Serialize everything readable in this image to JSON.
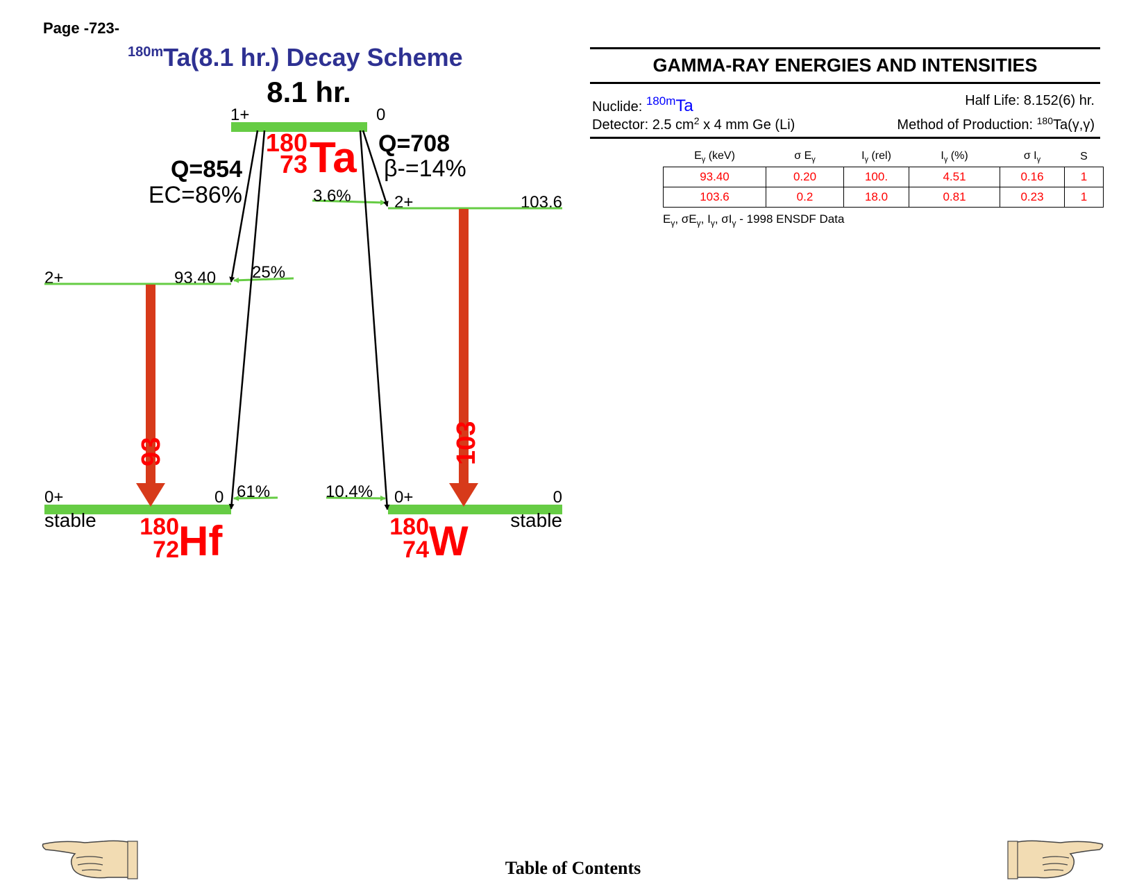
{
  "page": {
    "number": "Page -723-"
  },
  "scheme": {
    "title_sup": "180m",
    "title_main": "Ta(8.1 hr.) Decay Scheme",
    "parent": {
      "half_life": "8.1 hr.",
      "spin": "1+",
      "energy": "0",
      "mass": "180",
      "z": "73",
      "symbol": "Ta"
    },
    "ec_branch": {
      "q": "Q=854",
      "fraction": "EC=86%"
    },
    "beta_branch": {
      "q": "Q=708",
      "fraction": "β-=14%"
    },
    "hf": {
      "excited": {
        "spin": "2+",
        "energy": "93.40",
        "feed": "25%"
      },
      "ground": {
        "spin": "0+",
        "energy": "0",
        "feed": "61%",
        "status": "stable"
      },
      "mass": "180",
      "z": "72",
      "symbol": "Hf",
      "gamma_label": "93"
    },
    "w": {
      "excited": {
        "spin": "2+",
        "energy": "103.6",
        "feed": "3.6%"
      },
      "ground": {
        "spin": "0+",
        "energy": "0",
        "feed": "10.4%",
        "status": "stable"
      },
      "mass": "180",
      "z": "74",
      "symbol": "W",
      "gamma_label": "103"
    },
    "colors": {
      "level": "#66cc44",
      "gamma": "#d73a1a",
      "nuclide": "#ff0000",
      "title": "#2e3192"
    }
  },
  "gamma_panel": {
    "title": "GAMMA-RAY ENERGIES AND INTENSITIES",
    "nuclide_label": "Nuclide:",
    "nuclide_sup": "180m",
    "nuclide_name": "Ta",
    "half_life": "Half Life: 8.152(6) hr.",
    "detector_pre": "Detector: 2.5 cm",
    "detector_sup": "2",
    "detector_post": " x 4 mm Ge (Li)",
    "production_pre": "Method of Production: ",
    "production_sup": "180",
    "production_post": "Ta(γ,γ)",
    "headers": [
      "E",
      "σ E",
      "I",
      "I",
      "σ I",
      "S"
    ],
    "header_subs": [
      "γ",
      "γ",
      "γ",
      "γ",
      "γ",
      ""
    ],
    "header_suffix": [
      " (keV)",
      "",
      " (rel)",
      " (%)",
      "",
      ""
    ],
    "rows": [
      [
        "93.40",
        "0.20",
        "100.",
        "4.51",
        "0.16",
        "1"
      ],
      [
        "103.6",
        "0.2",
        "18.0",
        "0.81",
        "0.23",
        "1"
      ]
    ],
    "note_vars": "E",
    "note_source": "1998 ENSDF Data"
  },
  "footer": {
    "toc": "Table of Contents"
  }
}
